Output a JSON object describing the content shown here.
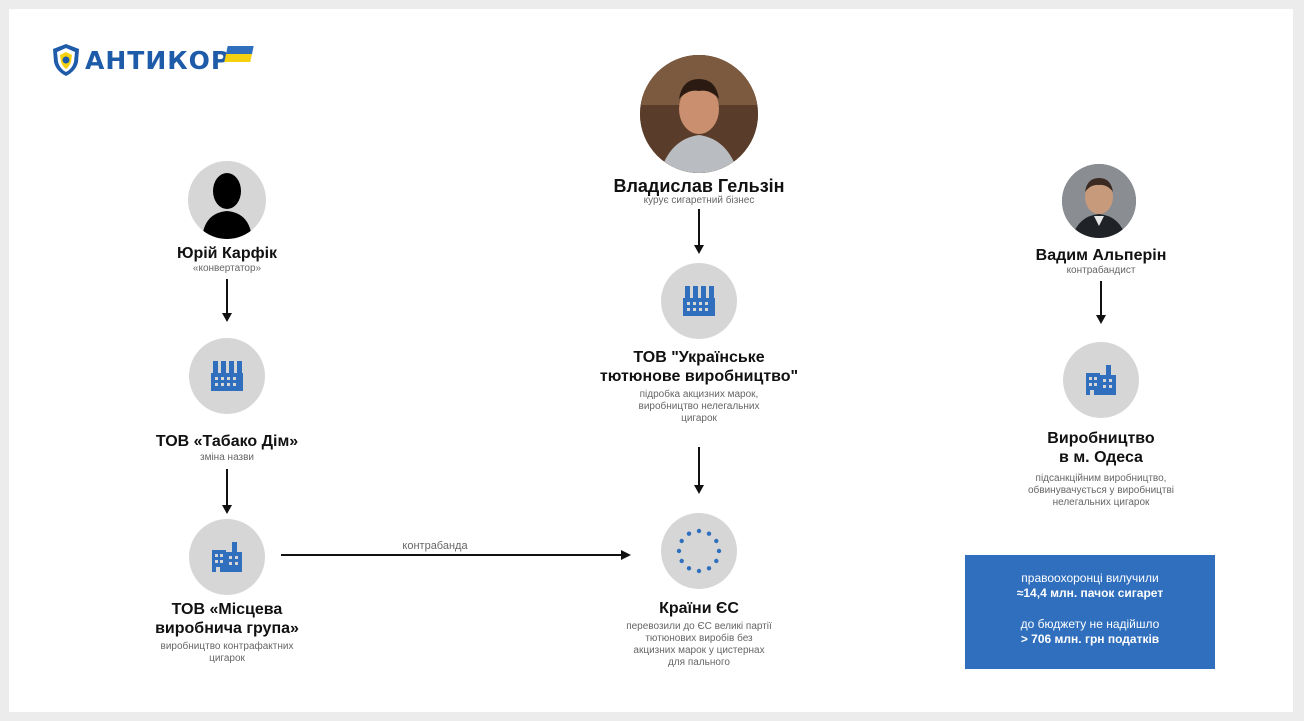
{
  "logo": {
    "text": "АНТИКОР",
    "colors": {
      "brand": "#1e5ba8",
      "flag_top": "#2f6fbd",
      "flag_bottom": "#f5d10f"
    }
  },
  "people": {
    "karfik": {
      "name": "Юрій Карфік",
      "role": "«конвертатор»",
      "icon": "silhouette-avatar"
    },
    "gelzin": {
      "name": "Владислав Гельзін",
      "role": "курує сигаретний бізнес",
      "icon": "photo-avatar"
    },
    "alperin": {
      "name": "Вадим Альперін",
      "role": "контрабандист",
      "icon": "photo-avatar"
    }
  },
  "entities": {
    "tabako": {
      "name": "ТОВ «Табако Дім»",
      "note": "зміна назви",
      "icon": "factory-icon"
    },
    "mistseva": {
      "name_line1": "ТОВ «Місцева",
      "name_line2": "виробнича група»",
      "note_line1": "виробництво контрафактних",
      "note_line2": "цигарок",
      "icon": "factory-building-icon"
    },
    "utv": {
      "name_line1": "ТОВ \"Українське",
      "name_line2": "тютюнове виробництво\"",
      "note_line1": "підробка акцизних марок,",
      "note_line2": "виробництво нелегальних",
      "note_line3": "цигарок",
      "icon": "factory-icon"
    },
    "eu": {
      "name": "Країни ЄС",
      "note_line1": "перевозили до ЄС великі партії",
      "note_line2": "тютюнових виробів без",
      "note_line3": "акцизних марок у цистернах",
      "note_line4": "для пального",
      "icon": "eu-stars-icon"
    },
    "odesa": {
      "name_line1": "Виробництво",
      "name_line2": "в м. Одеса",
      "note_line1": "підсанкційним виробництво,",
      "note_line2": "обвинувачується у виробництві",
      "note_line3": "нелегальних цигарок",
      "icon": "factory-building-icon"
    }
  },
  "edges": {
    "contraband_label": "контрабанда"
  },
  "info": {
    "line1": "правоохоронці вилучили",
    "line2": "≈14,4 млн. пачок сигарет",
    "line3": "до бюджету не надійшло",
    "line4": "> 706 млн. грн податків",
    "color": "#2f6fbd"
  }
}
